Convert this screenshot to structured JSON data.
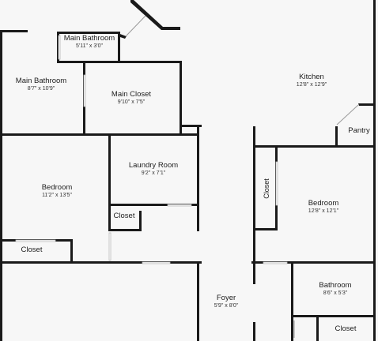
{
  "rooms": {
    "main_bathroom_small": {
      "name": "Main Bathroom",
      "dims": "5'11\" x 3'0\""
    },
    "main_bathroom": {
      "name": "Main Bathroom",
      "dims": "8'7\" x 10'9\""
    },
    "main_closet": {
      "name": "Main Closet",
      "dims": "9'10\" x 7'5\""
    },
    "kitchen": {
      "name": "Kitchen",
      "dims": "12'8\" x 12'9\""
    },
    "pantry": {
      "name": "Pantry"
    },
    "laundry_room": {
      "name": "Laundry Room",
      "dims": "9'2\" x 7'1\""
    },
    "bedroom_left": {
      "name": "Bedroom",
      "dims": "11'2\" x 13'5\""
    },
    "closet_laundry": {
      "name": "Closet"
    },
    "closet_left": {
      "name": "Closet"
    },
    "closet_vertical": {
      "name": "Closet"
    },
    "bedroom_right": {
      "name": "Bedroom",
      "dims": "12'8\" x 12'1\""
    },
    "foyer": {
      "name": "Foyer",
      "dims": "5'9\" x 8'0\""
    },
    "bathroom": {
      "name": "Bathroom",
      "dims": "8'6\" x 5'3\""
    },
    "closet_bottom_right": {
      "name": "Closet"
    }
  },
  "colors": {
    "wall": "#1a1a1a",
    "floor": "#f7f7f7",
    "text": "#1e1e1e"
  }
}
